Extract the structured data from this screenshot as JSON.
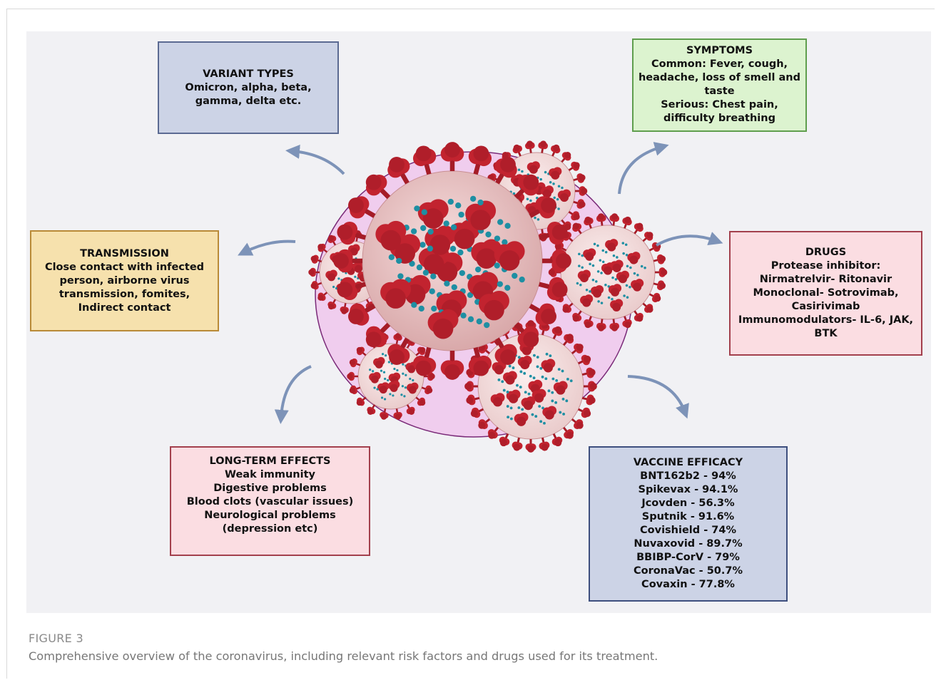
{
  "figure": {
    "label": "FIGURE 3",
    "caption": "Comprehensive overview of the coronavirus, including relevant risk factors and drugs used for its treatment."
  },
  "boxes": {
    "variant_types": {
      "title": "VARIANT TYPES",
      "lines": [
        "Omicron, alpha, beta,",
        "gamma, delta etc."
      ]
    },
    "symptoms": {
      "title": "SYMPTOMS",
      "lines": [
        "Common: Fever, cough,",
        "headache, loss of smell and",
        "taste",
        "Serious: Chest pain,",
        "difficulty breathing"
      ]
    },
    "transmission": {
      "title": "TRANSMISSION",
      "lines": [
        "Close contact with infected",
        "person, airborne virus",
        "transmission, fomites,",
        "Indirect contact"
      ]
    },
    "drugs": {
      "title": "DRUGS",
      "lines": [
        "Protease inhibitor:",
        "Nirmatrelvir- Ritonavir",
        "Monoclonal- Sotrovimab,",
        "Casirivimab",
        "Immunomodulators- IL-6, JAK,",
        "BTK"
      ]
    },
    "long_term_effects": {
      "title": "LONG-TERM EFFECTS",
      "lines": [
        "Weak immunity",
        "Digestive problems",
        "Blood clots (vascular issues)",
        "Neurological problems",
        "(depression etc)"
      ]
    },
    "vaccine_efficacy": {
      "title": "VACCINE EFFICACY",
      "lines": [
        "BNT162b2 - 94%",
        "Spikevax - 94.1%",
        "Jcovden - 56.3%",
        "Sputnik - 91.6%",
        "Covishield - 74%",
        "Nuvaxovid - 89.7%",
        "BBIBP-CorV - 79%",
        "CoronaVac - 50.7%",
        "Covaxin - 77.8%"
      ]
    }
  },
  "colors": {
    "panel": "#f1f1f4",
    "ellipse_fill": "#f0cdee",
    "ellipse_stroke": "#7a2a78",
    "virus_body": "#e8c4c4",
    "spike_red": "#c2232f",
    "dot_teal": "#1e8fa3",
    "arrow": "#7d93b8"
  },
  "icons": [
    "coronavirus-illustration-icon",
    "curved-arrow-icon"
  ]
}
